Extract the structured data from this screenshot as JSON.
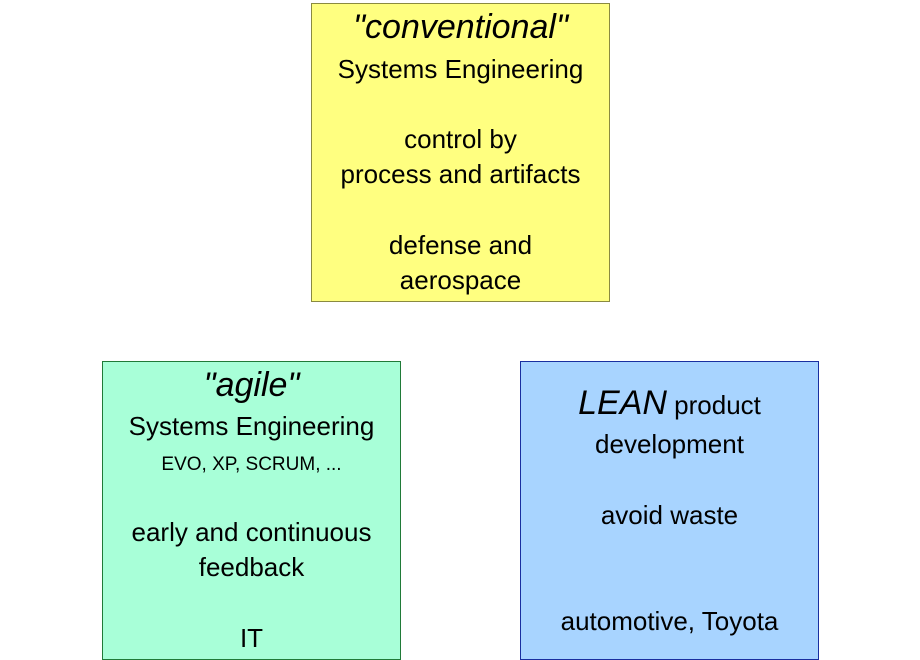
{
  "boxes": {
    "conventional": {
      "title": "\"conventional\"",
      "subtitle": "Systems Engineering",
      "approach_1": "control by",
      "approach_2": "process and artifacts",
      "domain_1": "defense and",
      "domain_2": "aerospace",
      "fill_color": "#ffff80"
    },
    "agile": {
      "title": "\"agile\"",
      "subtitle": "Systems Engineering",
      "methods": "EVO, XP, SCRUM, ...",
      "approach_1": "early and continuous",
      "approach_2": "feedback",
      "domain": "IT",
      "fill_color": "#a8ffd8"
    },
    "lean": {
      "title": "LEAN",
      "title_rest": " product",
      "subtitle": "development",
      "approach": "avoid waste",
      "domain": "automotive, Toyota",
      "fill_color": "#a8d4ff"
    }
  }
}
